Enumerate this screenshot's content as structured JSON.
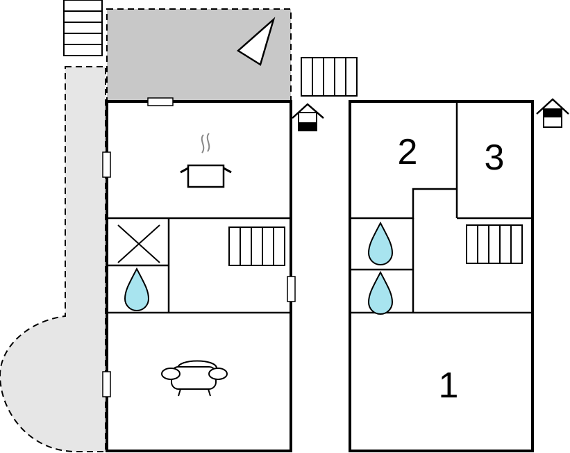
{
  "floor_plan": {
    "ground_floor": {
      "rooms": [
        "kitchen",
        "toilet",
        "bathroom",
        "hall",
        "living-room"
      ]
    },
    "upper_floor": {
      "rooms": [
        {
          "key": "bedroom_1",
          "number": "1"
        },
        {
          "key": "bedroom_2",
          "number": "2"
        },
        {
          "key": "bedroom_3",
          "number": "3"
        }
      ],
      "labels": {
        "bedroom_1": "1",
        "bedroom_2": "2",
        "bedroom_3": "3"
      }
    },
    "colors": {
      "wall": "#000000",
      "terrace": "#c8c8c8",
      "garden": "#e6e6e6",
      "water": "#a8e4ef",
      "background": "#ffffff"
    },
    "icons": [
      "stairs-icon",
      "pot-icon",
      "sofa-icon",
      "water-drop-icon",
      "entrance-icon",
      "compass-icon",
      "window-icon"
    ]
  }
}
